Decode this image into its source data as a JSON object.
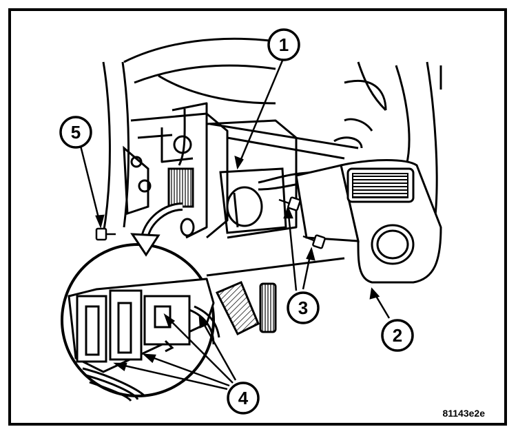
{
  "figure": {
    "id": "81143e2e"
  },
  "callouts": [
    {
      "key": "1",
      "label": "1"
    },
    {
      "key": "2",
      "label": "2"
    },
    {
      "key": "3",
      "label": "3"
    },
    {
      "key": "4",
      "label": "4"
    },
    {
      "key": "5",
      "label": "5"
    }
  ],
  "colors": {
    "ink": "#000000",
    "paper": "#ffffff",
    "shade": "#d9d9d9"
  }
}
